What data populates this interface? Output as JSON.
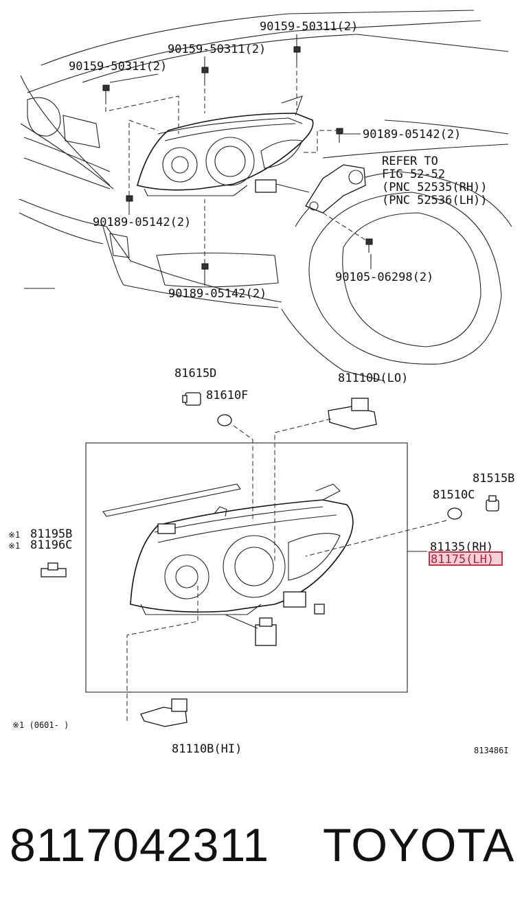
{
  "diagram": {
    "labels": {
      "bolt_top_right": "90159-50311(2)",
      "bolt_top_mid": "90159-50311(2)",
      "bolt_top_left": "90159-50311(2)",
      "screw_right": "90189-05142(2)",
      "screw_left": "90189-05142(2)",
      "screw_bottom": "90189-05142(2)",
      "refer_line1": "REFER TO",
      "refer_line2": "FIG 52-52",
      "refer_line3": "(PNC 52535(RH))",
      "refer_line4": "(PNC 52536(LH))",
      "bolt_bracket": "90105-06298(2)",
      "socket_81615D": "81615D",
      "bulb_81610F": "81610F",
      "bulb_lo": "81110D(LO)",
      "socket_81515B": "81515B",
      "bulb_81510C": "81510C",
      "unit_rh": "81135(RH)",
      "unit_lh": "81175(LH)",
      "note_mark_1": "※1",
      "note_mark_2": "※1",
      "part_81195B": "81195B",
      "part_81196C": "81196C",
      "bulb_hi": "81110B(HI)",
      "footnote": "※1 (0601-    )",
      "figure_code": "813486I"
    }
  },
  "caption": {
    "part_number": "8117042311",
    "brand": "TOYOTA"
  },
  "colors": {
    "highlight_fill": "#f5d0d6",
    "highlight_stroke": "#c0314a",
    "line": "#111111"
  }
}
